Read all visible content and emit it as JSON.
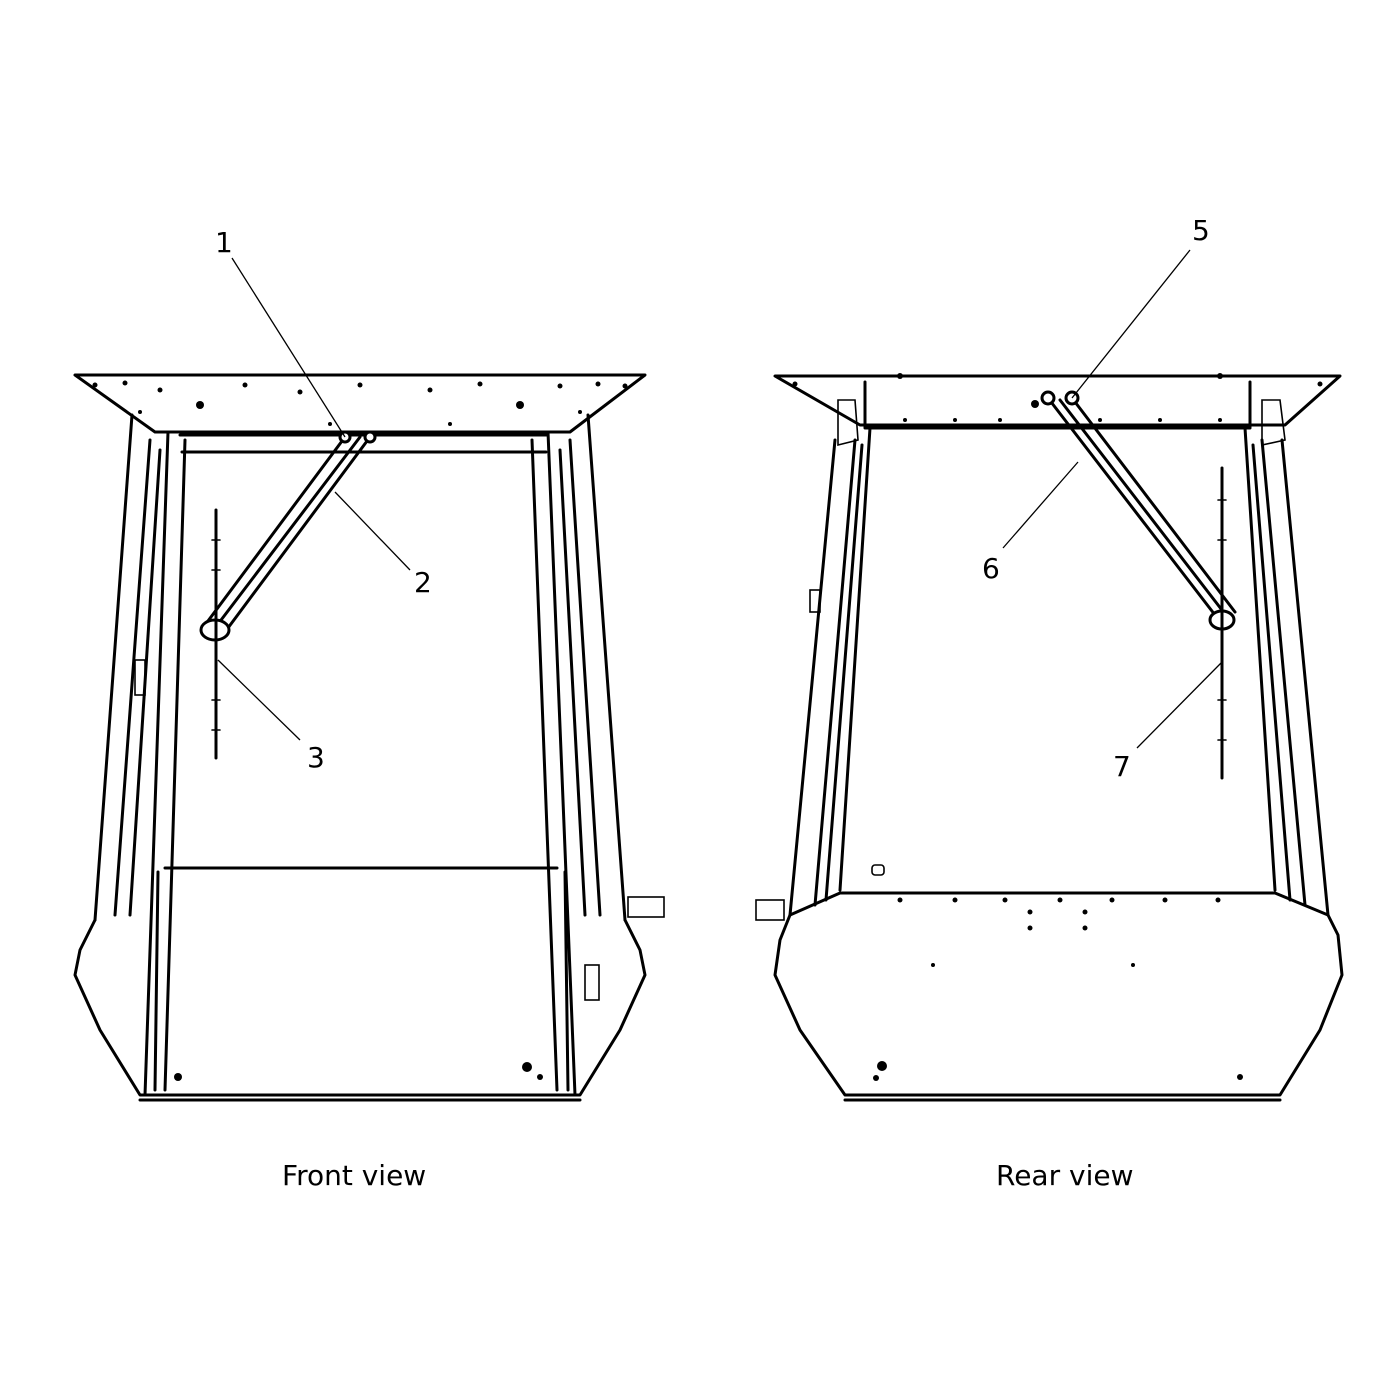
{
  "callouts": {
    "c1": "1",
    "c2": "2",
    "c3": "3",
    "c5": "5",
    "c6": "6",
    "c7": "7"
  },
  "captions": {
    "front": "Front view",
    "rear": "Rear view"
  }
}
